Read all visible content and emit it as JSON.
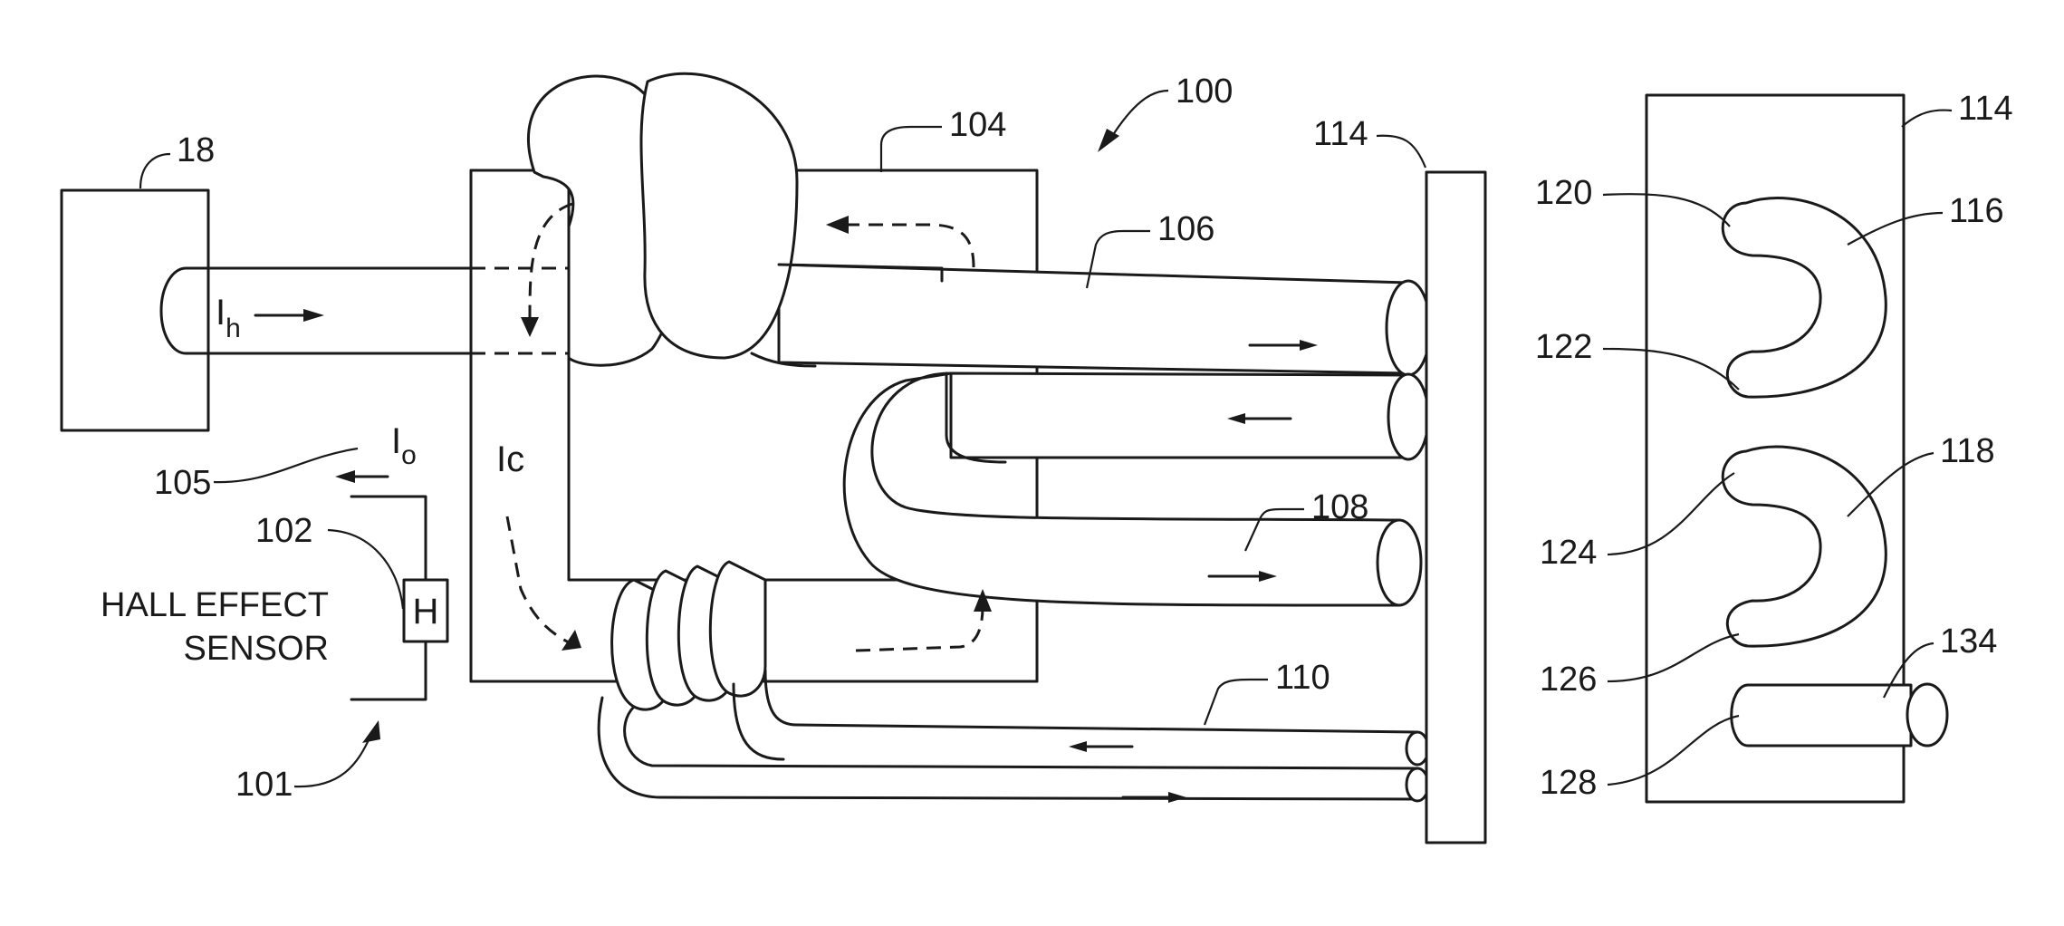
{
  "refs": {
    "r18": "18",
    "r100": "100",
    "r101": "101",
    "r102": "102",
    "r104": "104",
    "r105": "105",
    "r106": "106",
    "r108": "108",
    "r110": "110",
    "r114a": "114",
    "r114b": "114",
    "r116": "116",
    "r118": "118",
    "r120": "120",
    "r122": "122",
    "r124": "124",
    "r126": "126",
    "r128": "128",
    "r134": "134"
  },
  "currents": {
    "ih_main": "I",
    "ih_sub": "h",
    "ic": "Ic",
    "io_main": "I",
    "io_sub": "o"
  },
  "sensor": {
    "symbol": "H",
    "label_line1": "HALL EFFECT",
    "label_line2": "SENSOR"
  }
}
